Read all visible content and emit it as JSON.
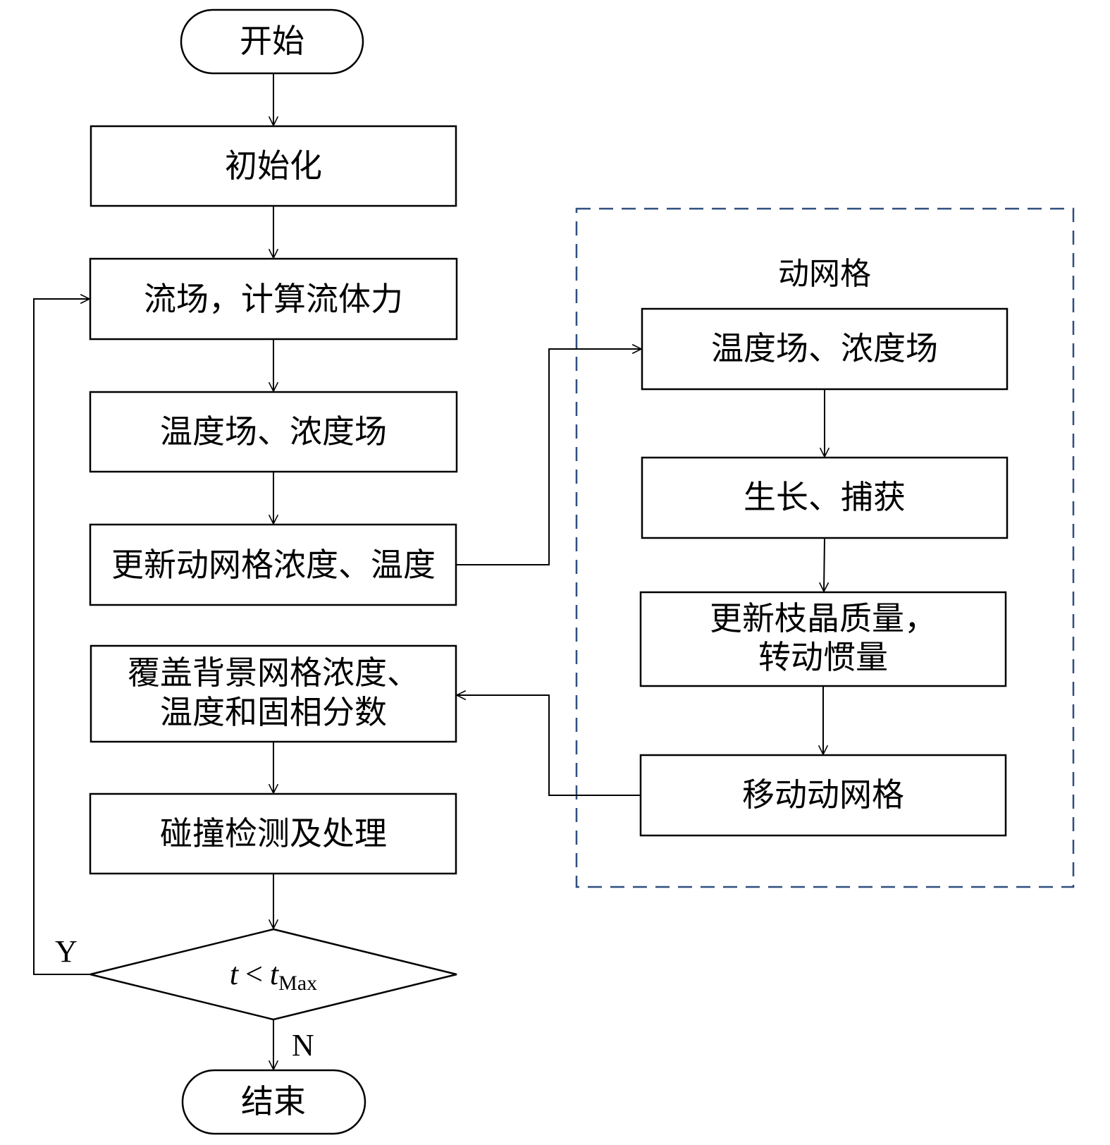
{
  "nodes": {
    "start": "开始",
    "init": "初始化",
    "flow": "流场，计算流体力",
    "temp_conc": "温度场、浓度场",
    "update_mesh": "更新动网格浓度、温度",
    "overwrite_line1": "覆盖背景网格浓度、",
    "overwrite_line2": "温度和固相分数",
    "collision": "碰撞检测及处理",
    "condition": {
      "var": "t",
      "op": "<",
      "var2": "t",
      "sub": "Max"
    },
    "end": "结束"
  },
  "dynamic_mesh": {
    "title": "动网格",
    "temp_conc": "温度场、浓度场",
    "growth": "生长、捕获",
    "update_mass_line1": "更新枝晶质量，",
    "update_mass_line2": "转动惯量",
    "move_mesh": "移动动网格"
  },
  "branch_labels": {
    "yes": "Y",
    "no": "N"
  },
  "colors": {
    "line": "#000000",
    "dashed_border": "#2f4f7f"
  }
}
